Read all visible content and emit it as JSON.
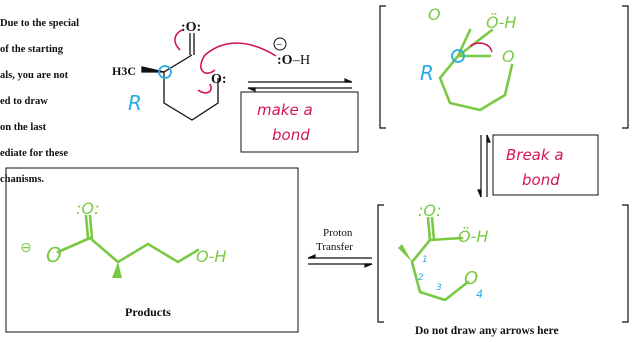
{
  "note": {
    "lines": [
      "Due to the special",
      "of the starting",
      "als, you are not",
      "ed to draw",
      "on the last",
      "ediate for these",
      "chanisms."
    ]
  },
  "reactant": {
    "ch3_label": "H3C",
    "o_carbonyl": ":O:",
    "o_ring": "O:",
    "r_label": "R",
    "hydroxide_o": ":O",
    "hydroxide_h": "–H",
    "minus_sign": "−"
  },
  "step1": {
    "line1": "make a",
    "line2": "bond"
  },
  "intermediate1": {
    "o_minus": "O",
    "oh_label": "Ö-H",
    "r_label": "R",
    "ring_o": "O"
  },
  "step2": {
    "line1": "Break a",
    "line2": "bond"
  },
  "intermediate2": {
    "o_top": ":O:",
    "oh_label": "Ö-H",
    "o_bottom": "O",
    "num1": "1",
    "num2": "2",
    "num3": "3",
    "num4": "4",
    "caption": "Do not draw any arrows here"
  },
  "transfer": {
    "line1": "Proton",
    "line2": "Transfer"
  },
  "products": {
    "label": "Products",
    "o_top": ":O:",
    "o_left": "O",
    "oh_label": "O-H",
    "minus": "⊖"
  },
  "colors": {
    "green": "#7ac943",
    "red": "#d4145a",
    "blue": "#29abe2",
    "black": "#111111"
  }
}
